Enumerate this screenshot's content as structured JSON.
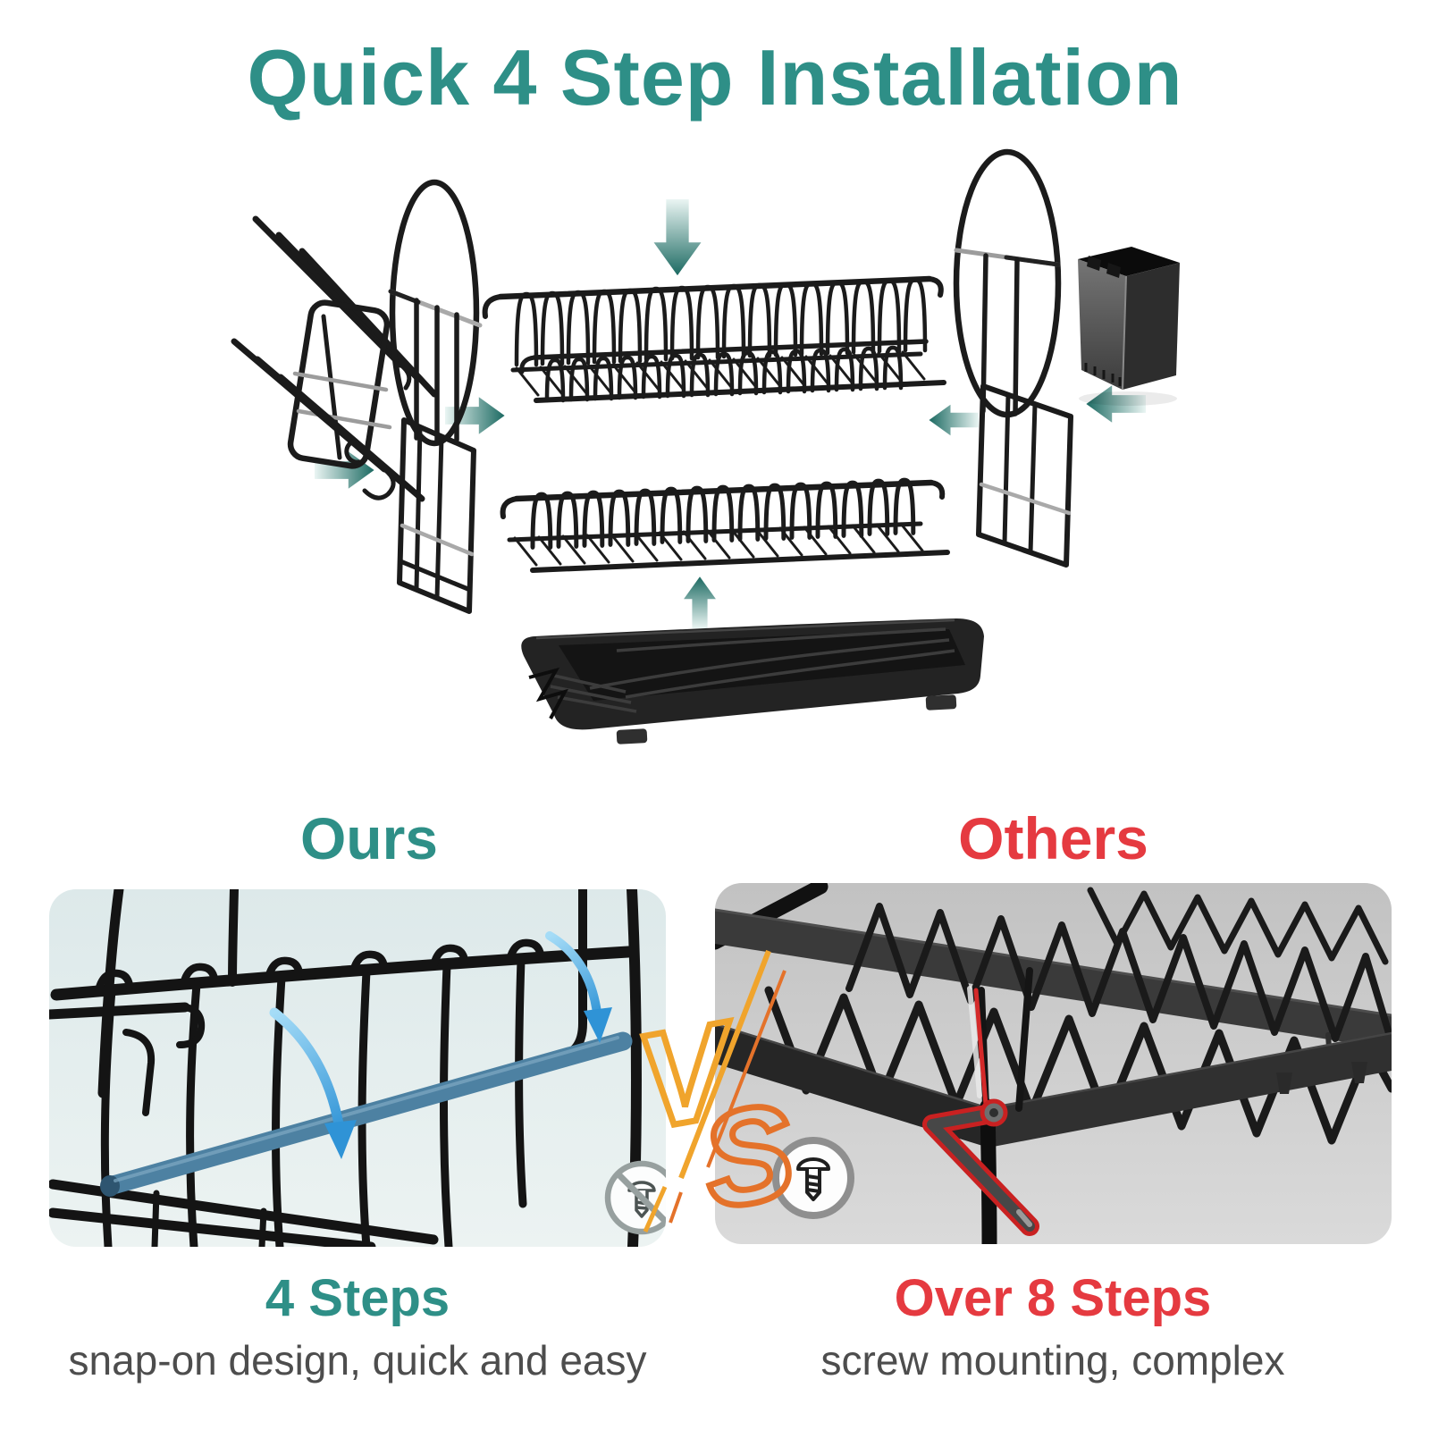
{
  "title": "Quick 4 Step Installation",
  "colors": {
    "teal": "#2e8f87",
    "red": "#e53a40",
    "caption_gray": "#4d4d4d",
    "arrow_teal_dark": "#1c6a62",
    "blue_rod": "#4d81a2",
    "blue_arrow": "#2f93d6",
    "vs_yellow": "#f0a42c",
    "vs_orange": "#e4722a",
    "ours_photo_bg": "#dfeaea",
    "others_photo_bg": "#cbcbcb",
    "wire_black": "#1b1b1b"
  },
  "comparison": {
    "ours": {
      "heading": "Ours",
      "steps": "4 Steps",
      "caption": "snap-on design, quick and easy",
      "badge": "no-screw-icon"
    },
    "others": {
      "heading": "Others",
      "steps": "Over 8 Steps",
      "caption": "screw mounting, complex",
      "badge": "screw-icon"
    },
    "vs": {
      "v": "V",
      "s": "S"
    }
  },
  "diagram": {
    "parts": [
      "cup-holders",
      "left-side-frame",
      "top-dish-rack",
      "bottom-dish-rack",
      "right-side-frame",
      "utensil-holder",
      "drip-tray"
    ],
    "assembly_arrows": 6
  },
  "icons": {
    "no_screw_badge": "screw-crossed-circle",
    "screw_badge": "screw-circle"
  }
}
